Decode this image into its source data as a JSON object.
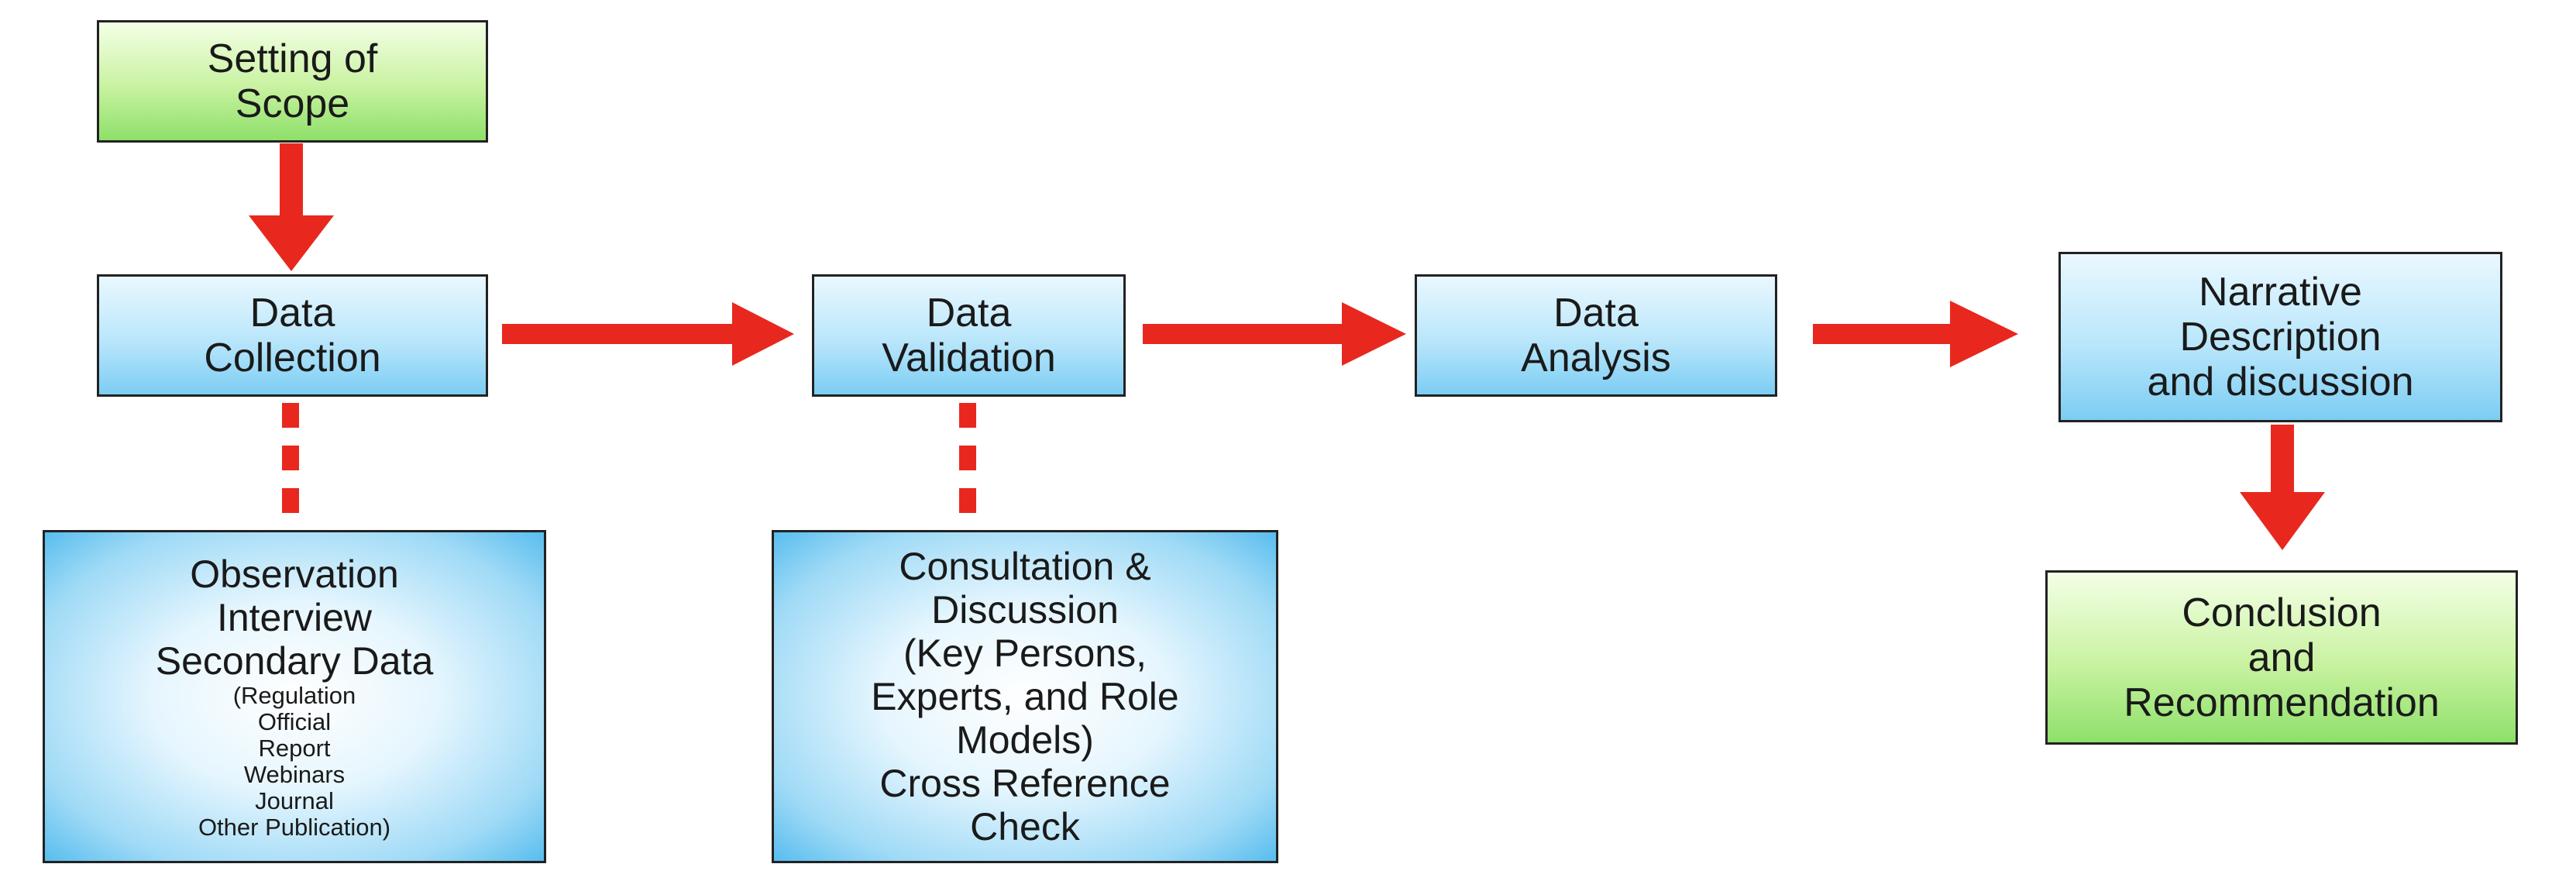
{
  "nodes": {
    "scope": "Setting of\nScope",
    "collection": "Data\nCollection",
    "validation": "Data\nValidation",
    "analysis": "Data\nAnalysis",
    "narrative": "Narrative\nDescription\nand discussion",
    "conclusion": "Conclusion\nand\nRecommendation",
    "collection_detail": {
      "main": "Observation\nInterview\nSecondary Data",
      "sources": "(Regulation\nOfficial\nReport\nWebinars\nJournal\nOther Publication)"
    },
    "validation_detail": {
      "main": "Consultation &\nDiscussion\n(Key Persons,\nExperts, and Role\nModels)\nCross Reference\nCheck"
    }
  },
  "colors": {
    "arrow": "#e8281e",
    "green_box": "#a9ea86",
    "blue_box": "#9fdaf6",
    "border": "#222222"
  }
}
